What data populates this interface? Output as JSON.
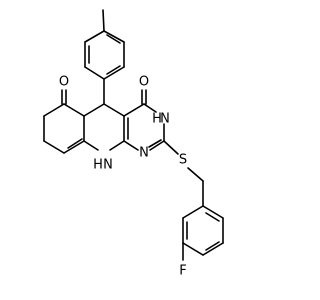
{
  "molecule": {
    "colors": {
      "bond": "#000000",
      "carbon": "#000000",
      "oxygen": "#000000",
      "nitrogen": "#000000",
      "sulfur": "#000000",
      "fluorine": "#000000"
    },
    "labels": {
      "o_ketone": "O",
      "o_amide": "O",
      "nh_amide": "H",
      "n_amide": "N",
      "n_ring": "N",
      "nh_amine_h": "H",
      "nh_amine_n": "N",
      "s": "S",
      "f": "F"
    }
  }
}
